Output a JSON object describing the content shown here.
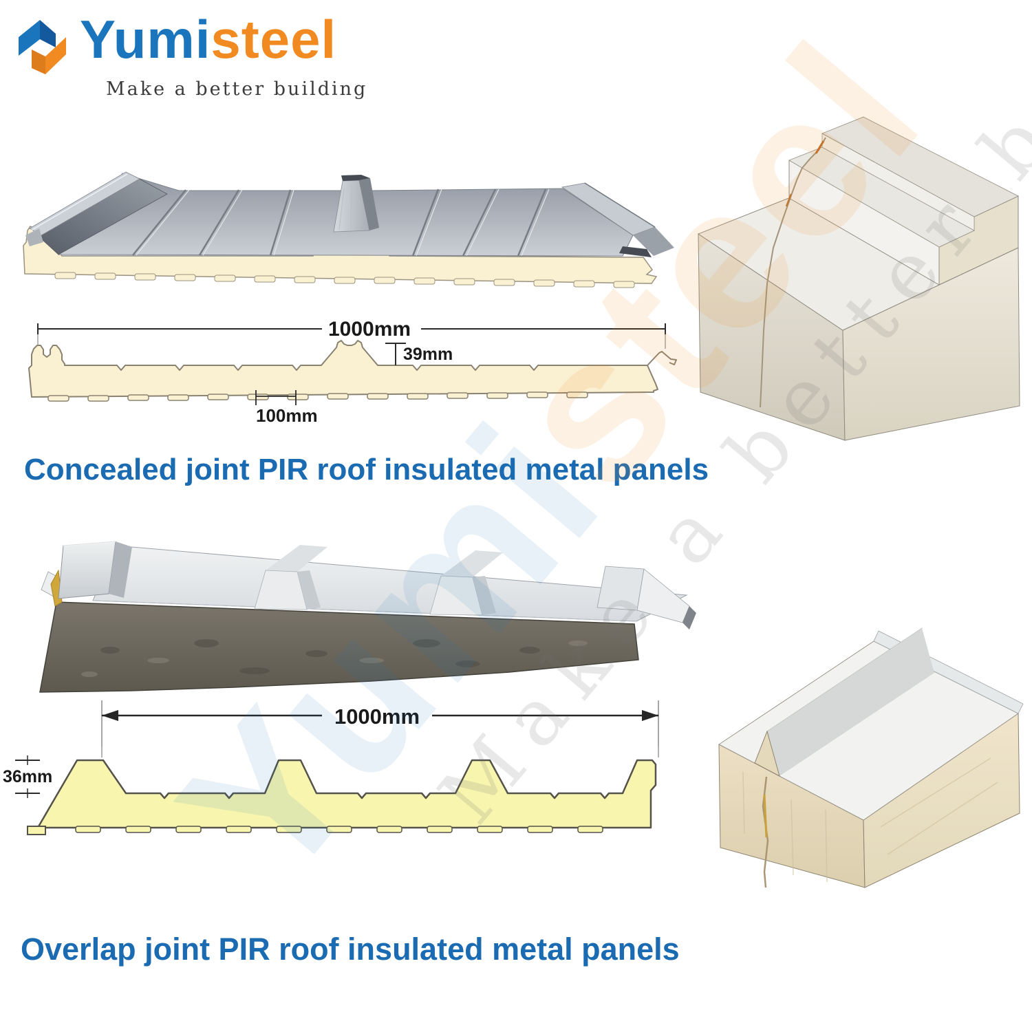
{
  "logo": {
    "brand_blue": "Yumi",
    "brand_orange": "steel",
    "tagline": "Make a better building",
    "blue": "#1b75bc",
    "orange": "#f18a21",
    "tagline_color": "#3b3b3b"
  },
  "sections": {
    "concealed": {
      "heading": "Concealed joint PIR roof insulated metal panels",
      "dim_width": "1000mm",
      "dim_rib_height": "39mm",
      "dim_rib_pitch": "100mm"
    },
    "overlap": {
      "heading": "Overlap joint PIR roof insulated metal panels",
      "dim_width": "1000mm",
      "dim_rib_height": "36mm"
    }
  },
  "watermark": {
    "brand_blue": "Yumi",
    "brand_orange": "steel",
    "tagline": "Make a better building"
  },
  "styles": {
    "heading_color": "#1a6bb2",
    "dim_text_color": "#1a1a1a",
    "foam_cream": "#faf0d2",
    "foam_yellow": "#f7f5ae",
    "metal_gray": "#aab0b8",
    "metal_white": "#f2f3f1",
    "foam_dark": "#6e6a5f",
    "glue_yellow": "#d0a73b"
  }
}
